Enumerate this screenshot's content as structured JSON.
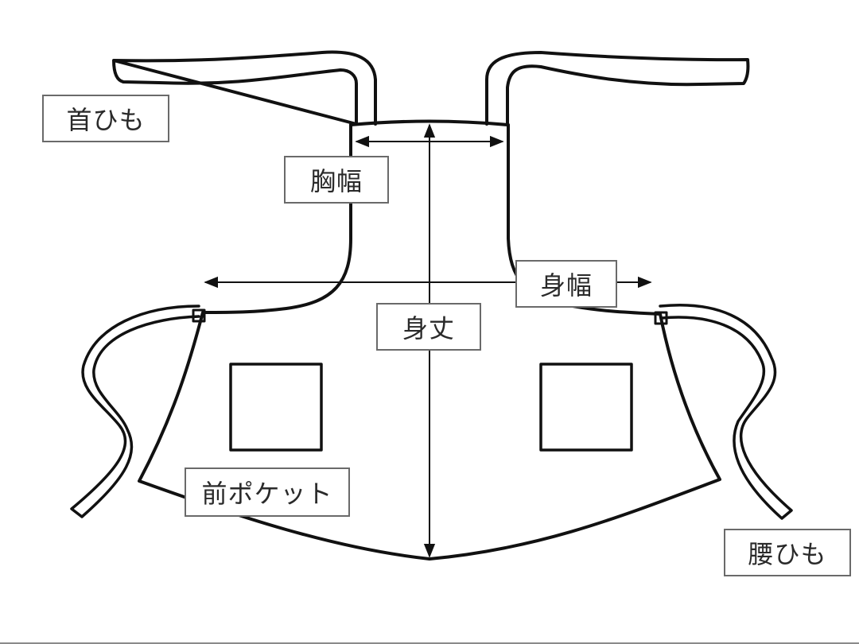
{
  "diagram": {
    "subject": "apron",
    "stroke_color": "#111111",
    "label_border_color": "#6a6a6a",
    "labels": {
      "neck_strap": "首ひも",
      "chest_width": "胸幅",
      "body_width": "身幅",
      "body_length": "身丈",
      "front_pocket": "前ポケット",
      "waist_strap": "腰ひも"
    }
  }
}
